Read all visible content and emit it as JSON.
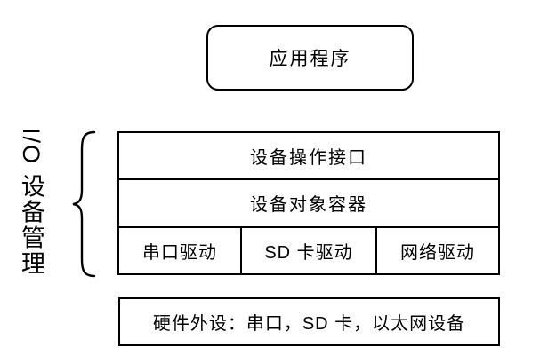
{
  "app_box": {
    "label": "应用程序"
  },
  "side_label": {
    "text": "I/O 设备管理"
  },
  "brace": {
    "icon": "left-curly-brace"
  },
  "stack": {
    "rows": [
      {
        "label": "设备操作接口"
      },
      {
        "label": "设备对象容器"
      },
      {
        "cells": [
          "串口驱动",
          "SD 卡驱动",
          "网络驱动"
        ]
      }
    ]
  },
  "hardware_box": {
    "label": "硬件外设：串口，SD 卡，以太网设备"
  },
  "colors": {
    "border": "#000000",
    "background": "#ffffff",
    "text": "#000000"
  }
}
